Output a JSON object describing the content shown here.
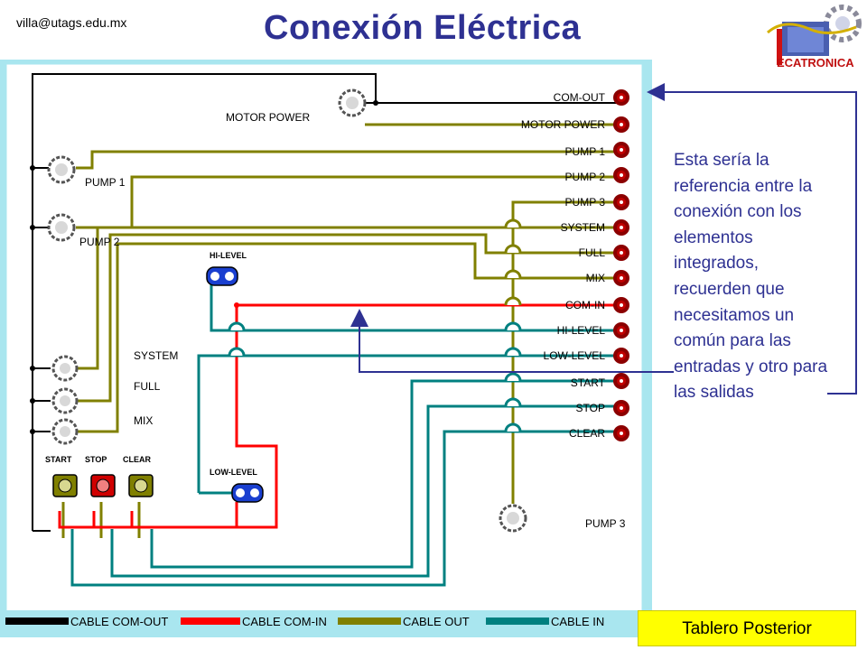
{
  "header": {
    "email": "villa@utags.edu.mx",
    "title": "Conexión Eléctrica"
  },
  "note": {
    "text": "Esta sería la referencia entre la conexión con los elementos integrados, recuerden que necesitamos un común para las entradas y otro para las salidas"
  },
  "footer": {
    "label": "Tablero Posterior"
  },
  "logo": {
    "text": "ECATRONICA"
  },
  "terminals": [
    "COM-OUT",
    "MOTOR POWER",
    "PUMP 1",
    "PUMP 2",
    "PUMP 3",
    "SYSTEM",
    "FULL",
    "MIX",
    "COM-IN",
    "HI-LEVEL",
    "LOW-LEVEL",
    "START",
    "STOP",
    "CLEAR"
  ],
  "components": {
    "motor_power": "MOTOR POWER",
    "pump1": "PUMP 1",
    "pump2": "PUMP 2",
    "pump3": "PUMP 3",
    "system": "SYSTEM",
    "full": "FULL",
    "mix": "MIX",
    "hi_level": "HI-LEVEL",
    "low_level": "LOW-LEVEL",
    "start": "START",
    "stop": "STOP",
    "clear": "CLEAR"
  },
  "legend": [
    {
      "label": "CABLE COM-OUT",
      "color": "#000000"
    },
    {
      "label": "CABLE COM-IN",
      "color": "#ff0000"
    },
    {
      "label": "CABLE OUT",
      "color": "#808000"
    },
    {
      "label": "CABLE IN",
      "color": "#008080"
    }
  ],
  "colors": {
    "title": "#2e3192",
    "panel": "#a9e6ef",
    "footer": "#ffff00",
    "arrow": "#2e3192"
  }
}
